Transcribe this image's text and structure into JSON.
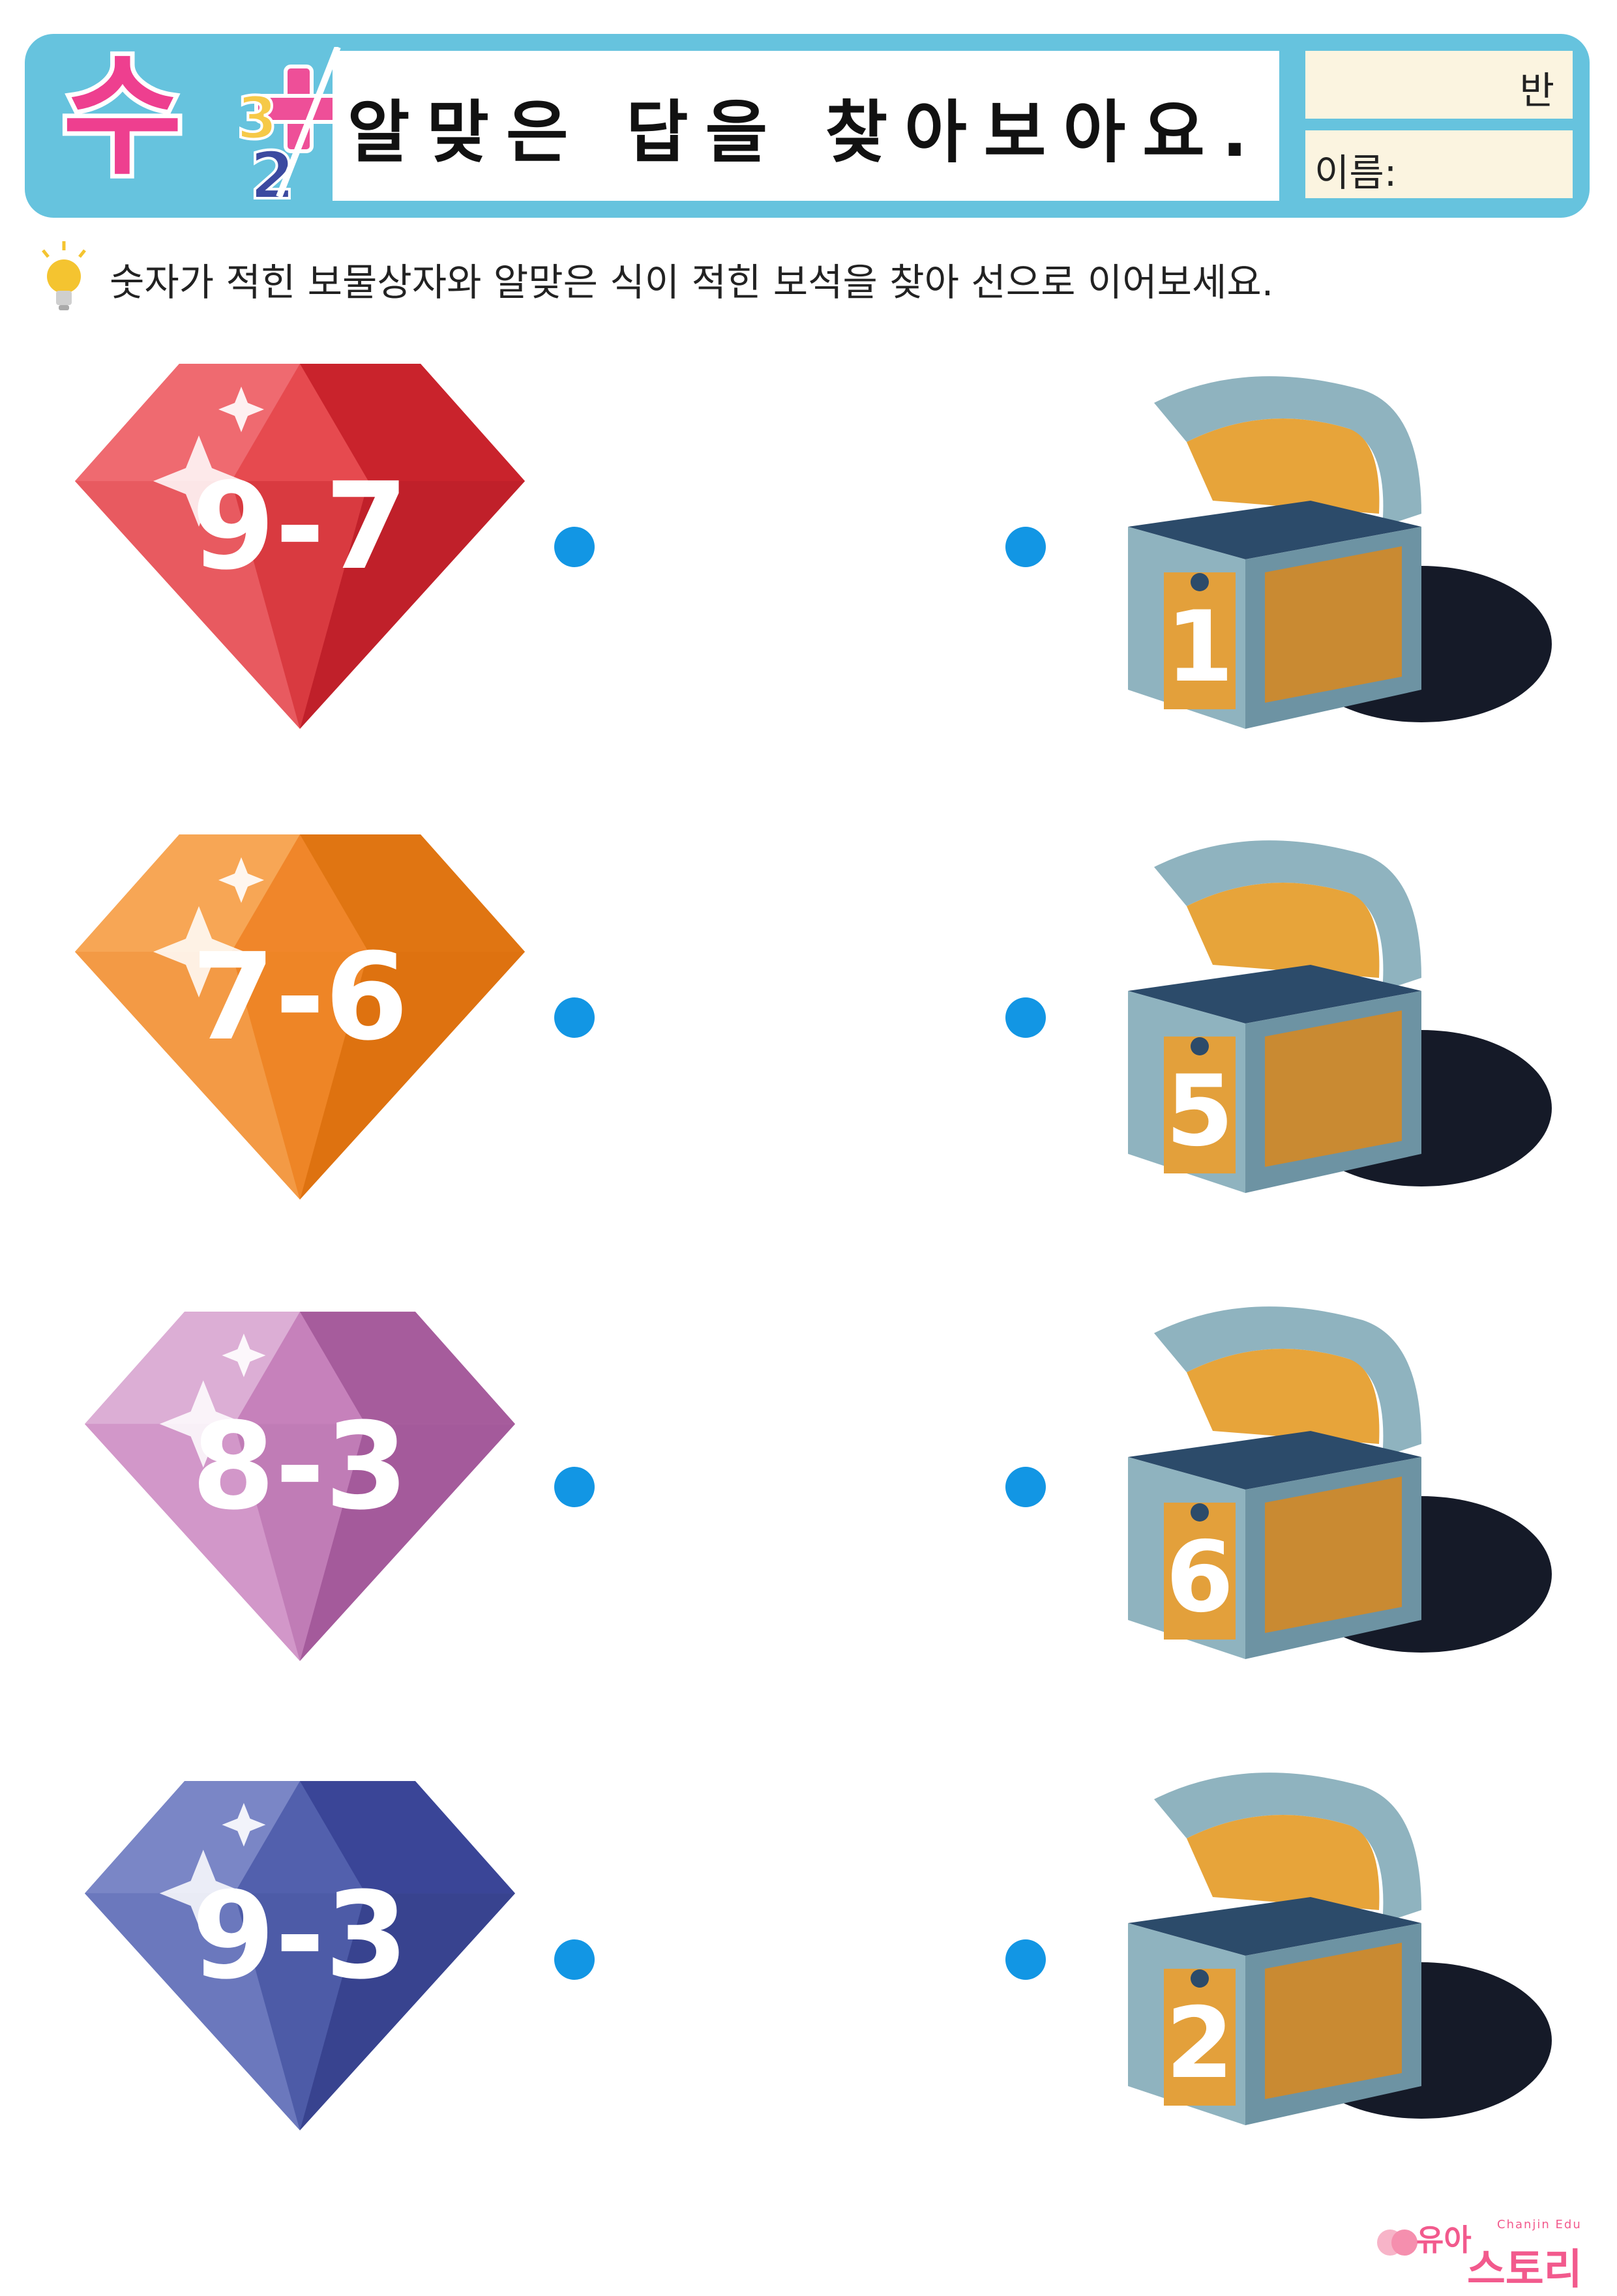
{
  "header": {
    "logo_text": "수",
    "title": "알맞은 답을 찾아보아요.",
    "class_label": "반",
    "name_label": "이름:"
  },
  "instruction": "숫자가 적힌 보물상자와 알맞은 식이 적힌 보석을 찾아 선으로 이어보세요.",
  "gems": [
    {
      "expression": "9-7",
      "color": "#e64a4f"
    },
    {
      "expression": "7-6",
      "color": "#f0862a"
    },
    {
      "expression": "8-3",
      "color": "#c681bb"
    },
    {
      "expression": "9-3",
      "color": "#5260ad"
    }
  ],
  "chests": [
    {
      "number": "1"
    },
    {
      "number": "5"
    },
    {
      "number": "6"
    },
    {
      "number": "2"
    }
  ],
  "colors": {
    "dot": "#1296e4",
    "header": "#66c3de"
  },
  "brand": {
    "top": "유아",
    "sub": "Chanjin Edu",
    "main": "스토리"
  }
}
